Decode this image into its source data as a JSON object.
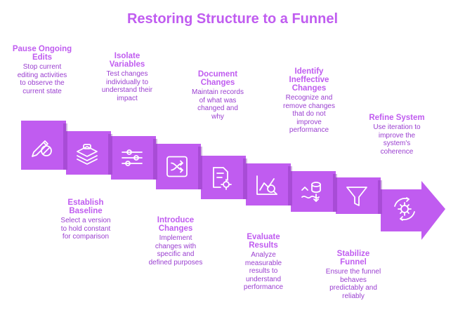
{
  "title": "Restoring Structure to a Funnel",
  "accent_color": "#c05cf0",
  "shadow_color": "#7a2fa6",
  "steps": [
    {
      "title": "Pause Ongoing Edits",
      "title_lines": [
        "Pause Ongoing",
        "Edits"
      ],
      "description": [
        "Stop current",
        "editing activities",
        "to observe the",
        "current state"
      ],
      "icon": "pencil-cancel-icon"
    },
    {
      "title": "Establish Baseline",
      "title_lines": [
        "Establish",
        "Baseline"
      ],
      "description": [
        "Select a version",
        "to hold constant",
        "for comparison"
      ],
      "icon": "layers-stack-icon"
    },
    {
      "title": "Isolate Variables",
      "title_lines": [
        "Isolate",
        "Variables"
      ],
      "description": [
        "Test changes",
        "individually to",
        "understand their",
        "impact"
      ],
      "icon": "sliders-icon"
    },
    {
      "title": "Introduce Changes",
      "title_lines": [
        "Introduce",
        "Changes"
      ],
      "description": [
        "Implement",
        "changes with",
        "specific and",
        "defined purposes"
      ],
      "icon": "shuffle-box-icon"
    },
    {
      "title": "Document Changes",
      "title_lines": [
        "Document",
        "Changes"
      ],
      "description": [
        "Maintain records",
        "of what was",
        "changed and",
        "why"
      ],
      "icon": "document-gear-icon"
    },
    {
      "title": "Evaluate Results",
      "title_lines": [
        "Evaluate",
        "Results"
      ],
      "description": [
        "Analyze",
        "measurable",
        "results to",
        "understand",
        "performance"
      ],
      "icon": "chart-magnifier-icon"
    },
    {
      "title": "Identify Ineffective Changes",
      "title_lines": [
        "Identify",
        "Ineffective",
        "Changes"
      ],
      "description": [
        "Recognize and",
        "remove changes",
        "that do not",
        "improve",
        "performance"
      ],
      "icon": "database-filter-icon"
    },
    {
      "title": "Stabilize Funnel",
      "title_lines": [
        "Stabilize",
        "Funnel"
      ],
      "description": [
        "Ensure the funnel",
        "behaves",
        "predictably and",
        "reliably"
      ],
      "icon": "funnel-icon"
    },
    {
      "title": "Refine System",
      "title_lines": [
        "Refine System"
      ],
      "description": [
        "Use iteration to",
        "improve the",
        "system's",
        "coherence"
      ],
      "icon": "gear-cycle-icon"
    }
  ]
}
